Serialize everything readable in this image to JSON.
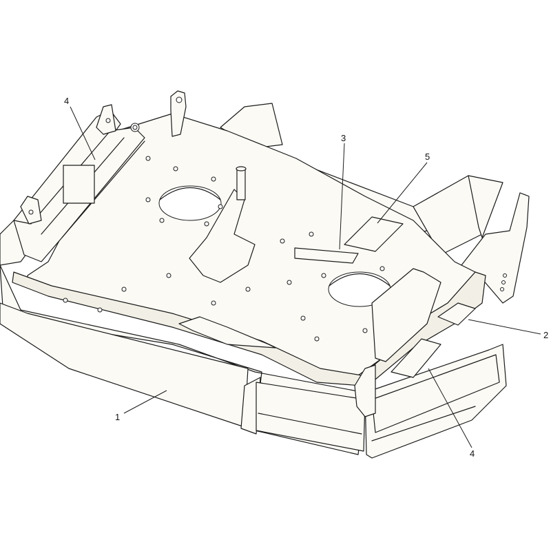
{
  "callouts": [
    {
      "id": "callout-1",
      "label": "1"
    },
    {
      "id": "callout-2",
      "label": "2"
    },
    {
      "id": "callout-3",
      "label": "3"
    },
    {
      "id": "callout-4-top",
      "label": "4"
    },
    {
      "id": "callout-4-bottom",
      "label": "4"
    },
    {
      "id": "callout-5",
      "label": "5"
    }
  ],
  "colors": {
    "line": "#1a1a1a",
    "fill": "#fbfaf5",
    "shade": "#f2f0e6"
  }
}
